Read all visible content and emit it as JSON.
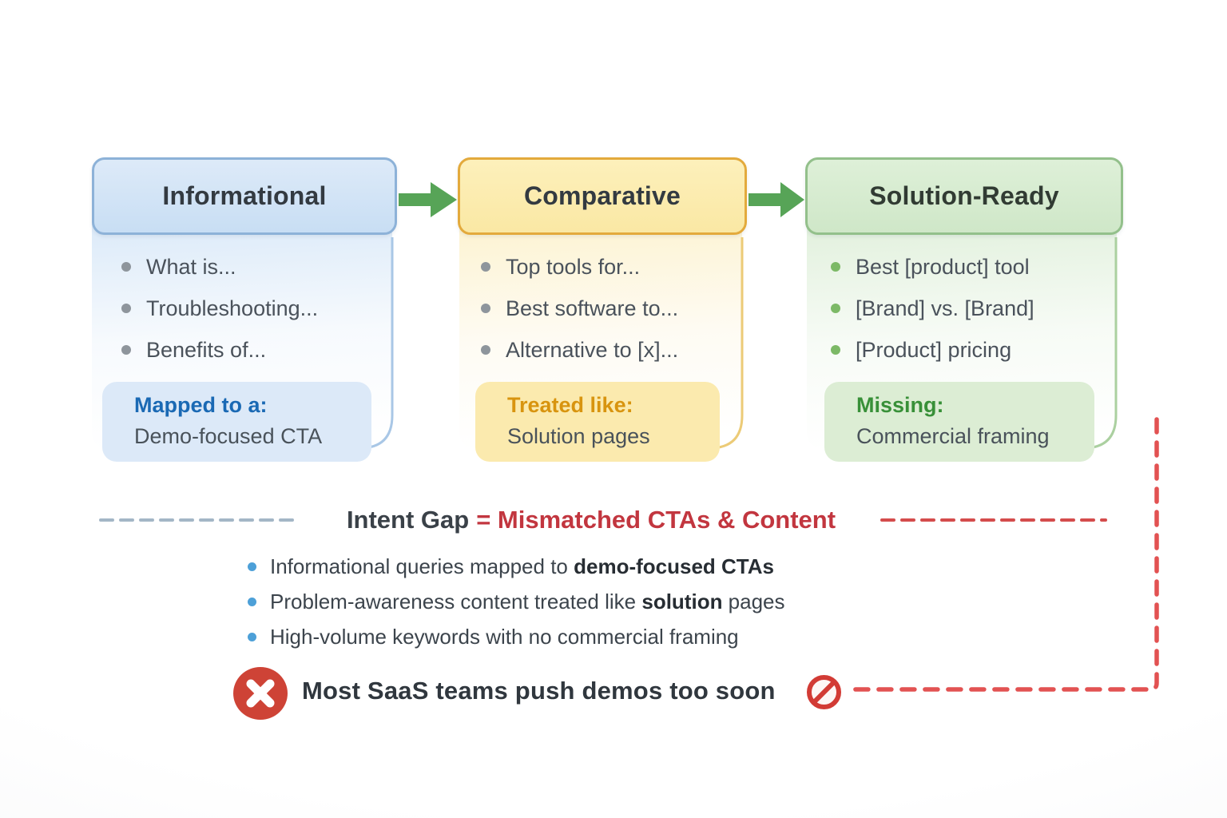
{
  "stages": [
    {
      "title": "Informational",
      "bullets": [
        "What is...",
        "Troubleshooting...",
        "Benefits of..."
      ],
      "callout": {
        "label": "Mapped to a:",
        "text": "Demo-focused CTA"
      },
      "accent": "#8db2d8"
    },
    {
      "title": "Comparative",
      "bullets": [
        "Top tools for...",
        "Best software to...",
        "Alternative to [x]..."
      ],
      "callout": {
        "label": "Treated like:",
        "text": "Solution pages"
      },
      "accent": "#e3aa3c"
    },
    {
      "title": "Solution-Ready",
      "bullets": [
        "Best [product] tool",
        "[Brand] vs. [Brand]",
        "[Product] pricing"
      ],
      "callout": {
        "label": "Missing:",
        "text": "Commercial framing"
      },
      "accent": "#93c08b"
    }
  ],
  "gap": {
    "title_dark": "Intent Gap",
    "title_red": "= Mismatched CTAs & Content",
    "bullets": [
      {
        "pre": "Informational queries mapped to ",
        "bold": "demo-focused CTAs",
        "post": ""
      },
      {
        "pre": "Problem-awareness content treated like ",
        "bold": "solution",
        "post": " pages"
      },
      {
        "pre": "High-volume keywords with no commercial framing",
        "bold": "",
        "post": ""
      }
    ],
    "statement": "Most SaaS teams push demos too soon"
  },
  "colors": {
    "stage1_accent": "#8db2d8",
    "stage2_accent": "#e3aa3c",
    "stage3_accent": "#93c08b",
    "arrow_green": "#57a457",
    "gap_title_red": "#c2363f",
    "dashed_red": "#e25252",
    "dashed_gray_blue": "#a3b6c6",
    "bullet_blue": "#4da0d8",
    "error_red": "#ce4336"
  }
}
